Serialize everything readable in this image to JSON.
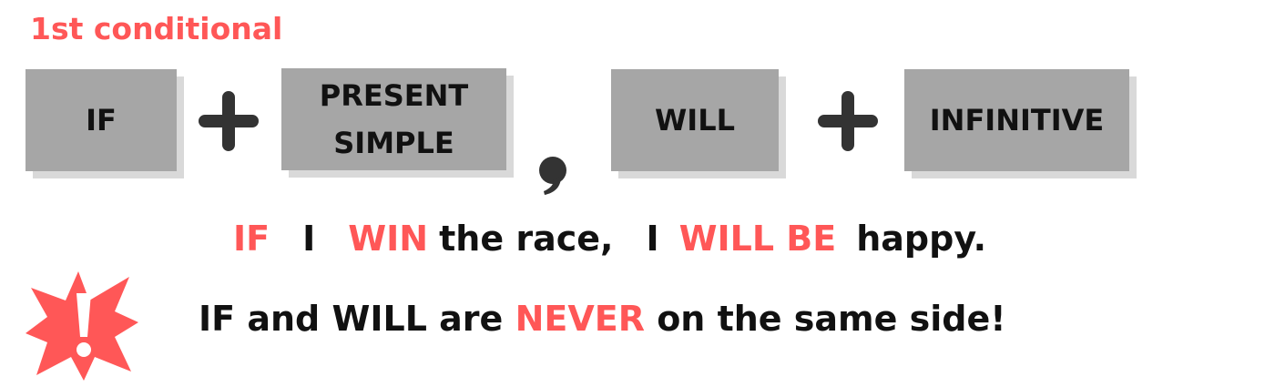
{
  "title": "1st conditional",
  "formula": {
    "boxes": [
      {
        "id": "if",
        "lines": [
          "IF"
        ]
      },
      {
        "id": "present-simple",
        "lines": [
          "PRESENT",
          "SIMPLE"
        ]
      },
      {
        "id": "will",
        "lines": [
          "WILL"
        ]
      },
      {
        "id": "infinitive",
        "lines": [
          "INFINITIVE"
        ]
      }
    ],
    "plus_icon": "plus-icon",
    "comma_icon": "comma-icon"
  },
  "example": {
    "if": "IF",
    "i1": "I",
    "win": "WIN",
    "race": "the race,",
    "i2": "I",
    "willbe": "WILL BE",
    "happy": "happy."
  },
  "rule": {
    "part1": "IF and WILL are",
    "never": "NEVER",
    "part2": "on the same side!"
  },
  "warning_icon": "exclamation-burst-icon",
  "colors": {
    "accent": "#ff5757",
    "box": "#a6a6a6",
    "box_shadow": "#d9d9d9",
    "plus": "#333333",
    "text": "#111111"
  }
}
